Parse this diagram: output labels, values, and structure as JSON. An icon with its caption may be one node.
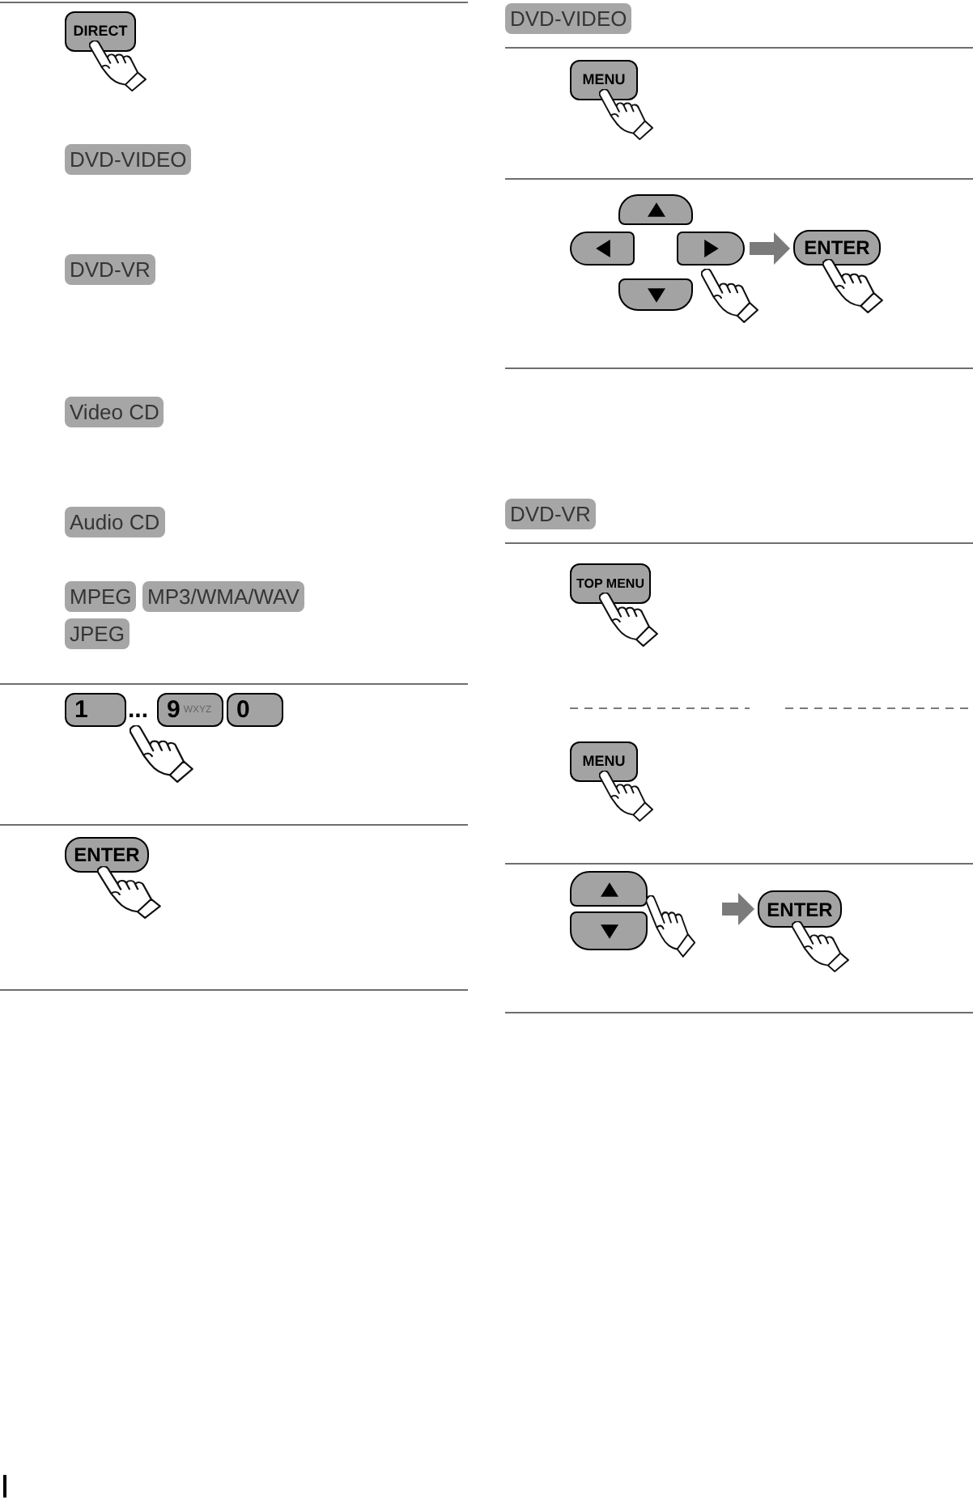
{
  "diagram": {
    "nodes": [
      {
        "text": [
          "DIRECT"
        ]
      },
      {
        "text": [
          "DVD-VIDEO"
        ]
      },
      {
        "text": [
          "DVD-VR"
        ]
      },
      {
        "text": [
          "Video CD"
        ]
      },
      {
        "text": [
          "Audio CD"
        ]
      },
      {
        "text": [
          "MPEG"
        ]
      },
      {
        "text": [
          "MP3/WMA/WAV"
        ]
      },
      {
        "text": [
          "JPEG"
        ]
      },
      {
        "text": [
          "1"
        ]
      },
      {
        "text": [
          "9",
          "WXYZ"
        ]
      },
      {
        "text": [
          "0"
        ]
      },
      {
        "text": [
          "ENTER"
        ]
      },
      {
        "text": [
          "DVD-VIDEO"
        ]
      },
      {
        "text": [
          "MENU"
        ]
      },
      {
        "text": [],
        "shape": "box"
      },
      {
        "text": [],
        "shape": "box"
      },
      {
        "text": [],
        "shape": "box"
      },
      {
        "text": [],
        "shape": "box"
      },
      {
        "text": [
          "ENTER"
        ]
      },
      {
        "text": [
          "DVD-VR"
        ]
      },
      {
        "text": [
          "TOP MENU"
        ]
      },
      {
        "text": [
          "MENU"
        ]
      },
      {
        "text": [],
        "shape": "box"
      },
      {
        "text": [],
        "shape": "box"
      },
      {
        "text": [
          "ENTER"
        ]
      }
    ],
    "edges": [
      {
        "from": 16,
        "to": 18,
        "arrow": "to"
      },
      {
        "from": null,
        "to": 24,
        "arrow": "to"
      }
    ],
    "labels": [
      "..."
    ]
  }
}
